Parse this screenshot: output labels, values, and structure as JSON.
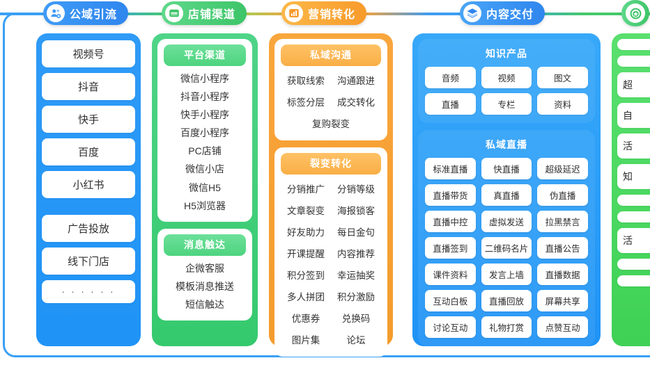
{
  "frame": {
    "border_color": "#3aa0f5"
  },
  "header": {
    "badges": [
      {
        "label": "公域引流",
        "icon": "users-add-icon",
        "color": "#2f86ee"
      },
      {
        "label": "店铺渠道",
        "icon": "store-icon",
        "color": "#3dc468"
      },
      {
        "label": "营销转化",
        "icon": "chart-bar-icon",
        "color": "#f79a2a"
      },
      {
        "label": "内容交付",
        "icon": "layers-icon",
        "color": "#2f86ee"
      },
      {
        "label": "",
        "icon": "medal-icon",
        "color": "#3dc468"
      }
    ]
  },
  "columns": [
    {
      "name": "public-traffic",
      "color": "#1f93f6",
      "groups": [
        {
          "items": [
            "视频号",
            "抖音",
            "快手",
            "百度",
            "小红书"
          ]
        },
        {
          "items": [
            "广告投放",
            "线下门店",
            "· · · · · ·"
          ]
        }
      ]
    },
    {
      "name": "shop-channel",
      "color": "#35c96d",
      "cards": [
        {
          "header": "平台渠道",
          "items": [
            "微信小程序",
            "抖音小程序",
            "快手小程序",
            "百度小程序",
            "PC店铺",
            "微信小店",
            "微信H5",
            "H5浏览器"
          ]
        },
        {
          "header": "消息触达",
          "items": [
            "企微客服",
            "模板消息推送",
            "短信触达"
          ]
        }
      ]
    },
    {
      "name": "marketing-conversion",
      "color": "#f49c2c",
      "cards": [
        {
          "header": "私域沟通",
          "items": [
            "获取线索",
            "沟通跟进",
            "标签分层",
            "成交转化",
            "复购裂变"
          ],
          "last_spans": true
        },
        {
          "header": "裂变转化",
          "items": [
            "分销推广",
            "分销等级",
            "文章裂变",
            "海报锁客",
            "好友助力",
            "每日金句",
            "开课提醒",
            "内容推荐",
            "积分签到",
            "幸运抽奖",
            "多人拼团",
            "积分激励",
            "优惠券",
            "兑换码",
            "图片集",
            "论坛"
          ],
          "last_spans": false
        }
      ]
    },
    {
      "name": "content-delivery",
      "color": "#1f93f6",
      "sections": [
        {
          "header": "知识产品",
          "chips": [
            "音频",
            "视频",
            "图文",
            "直播",
            "专栏",
            "资料"
          ]
        },
        {
          "header": "私域直播",
          "chips": [
            "标准直播",
            "快直播",
            "超级延迟",
            "直播带货",
            "真直播",
            "伪直播",
            "直播中控",
            "虚拟发送",
            "拉黑禁言",
            "直播签到",
            "二维码名片",
            "直播公告",
            "课件资料",
            "发言上墙",
            "直播数据",
            "互动白板",
            "直播回放",
            "屏幕共享",
            "讨论互动",
            "礼物打赏",
            "点赞互动"
          ]
        }
      ]
    },
    {
      "name": "clipped-right-column",
      "color": "#3ed155",
      "groups": [
        {
          "items": [
            "",
            "",
            "超",
            "自",
            "活",
            "知",
            "",
            "",
            "活",
            "",
            ""
          ]
        }
      ]
    }
  ]
}
